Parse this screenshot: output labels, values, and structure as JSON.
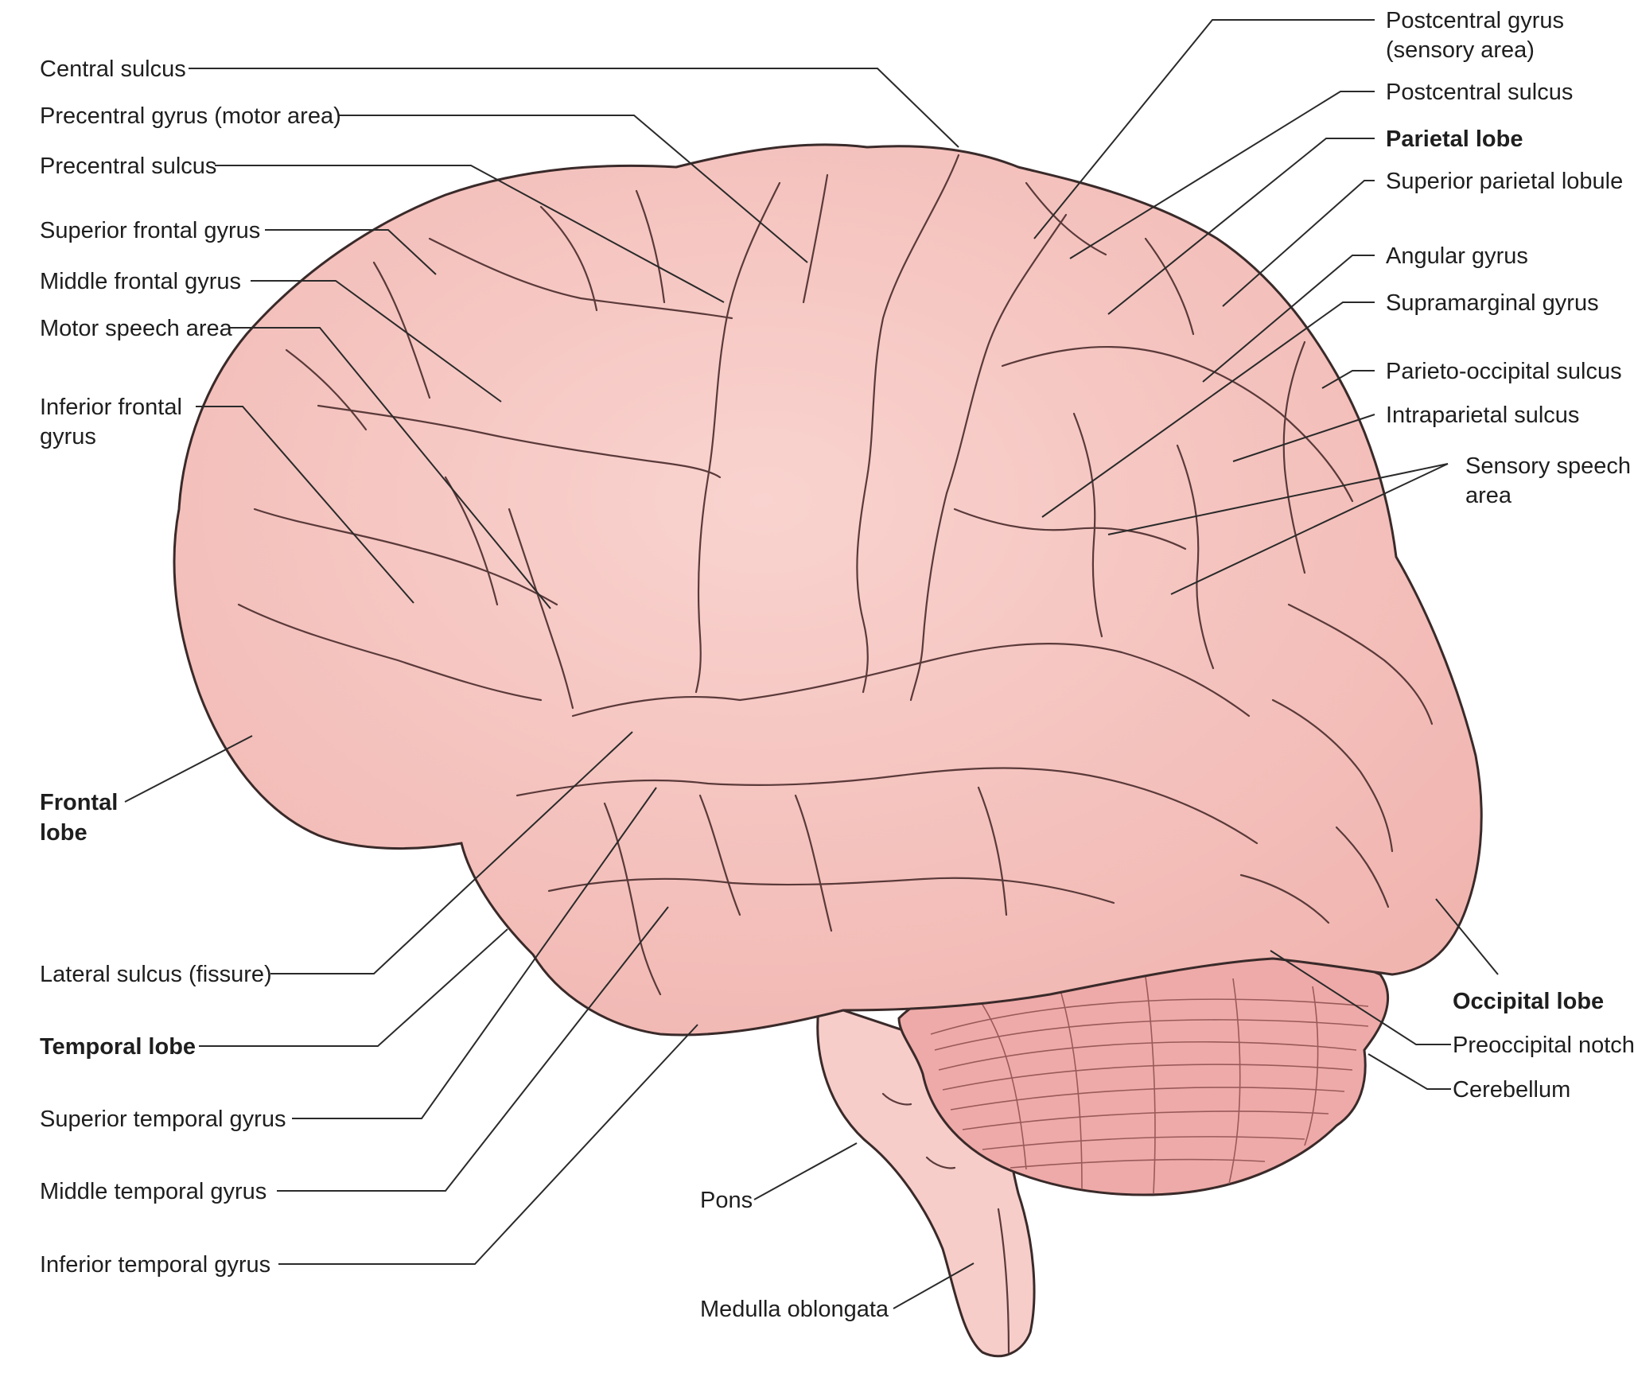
{
  "colors": {
    "brain_fill": "#f6c4c0",
    "brain_shade": "#eeaaa6",
    "cerebellum_fill": "#eeaaa8",
    "stem_fill": "#f7cdc9",
    "leader_line": "#2a2a2a",
    "text": "#1e1e1e"
  },
  "labels": {
    "central_sulcus": "Central sulcus",
    "precentral_gyrus": "Precentral gyrus (motor area)",
    "precentral_sulcus": "Precentral sulcus",
    "superior_frontal_gyrus": "Superior frontal gyrus",
    "middle_frontal_gyrus": "Middle frontal gyrus",
    "motor_speech_area": "Motor speech area",
    "inferior_frontal_gyrus_1": "Inferior frontal",
    "inferior_frontal_gyrus_2": "gyrus",
    "frontal_lobe_1": "Frontal",
    "frontal_lobe_2": "lobe",
    "lateral_sulcus": "Lateral sulcus (fissure)",
    "temporal_lobe": "Temporal lobe",
    "superior_temporal_gyrus": "Superior temporal gyrus",
    "middle_temporal_gyrus": "Middle temporal gyrus",
    "inferior_temporal_gyrus": "Inferior temporal gyrus",
    "pons": "Pons",
    "medulla_oblongata": "Medulla oblongata",
    "postcentral_gyrus_1": "Postcentral gyrus",
    "postcentral_gyrus_2": "(sensory area)",
    "postcentral_sulcus": "Postcentral sulcus",
    "parietal_lobe": "Parietal lobe",
    "superior_parietal_lobule": "Superior parietal lobule",
    "angular_gyrus": "Angular gyrus",
    "supramarginal_gyrus": "Supramarginal gyrus",
    "parieto_occipital_sulcus": "Parieto-occipital sulcus",
    "intraparietal_sulcus": "Intraparietal sulcus",
    "sensory_speech_area_1": "Sensory speech",
    "sensory_speech_area_2": "area",
    "occipital_lobe": "Occipital lobe",
    "preoccipital_notch": "Preoccipital notch",
    "cerebellum": "Cerebellum"
  }
}
